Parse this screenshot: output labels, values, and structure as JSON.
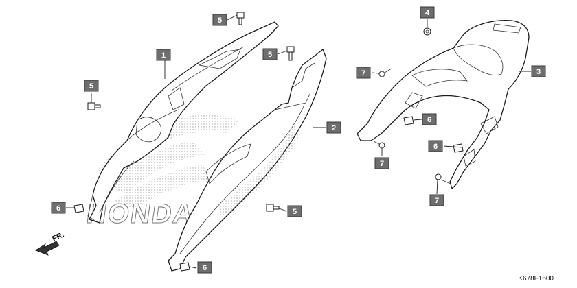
{
  "diagram": {
    "reference_code": "K678F1600",
    "direction_label": "FR.",
    "brand_lettering": "HONDA",
    "callouts": [
      {
        "id": "c1",
        "number": "1"
      },
      {
        "id": "c2",
        "number": "2"
      },
      {
        "id": "c3",
        "number": "3"
      },
      {
        "id": "c4",
        "number": "4"
      },
      {
        "id": "c5a",
        "number": "5"
      },
      {
        "id": "c5b",
        "number": "5"
      },
      {
        "id": "c5c",
        "number": "5"
      },
      {
        "id": "c5d",
        "number": "5"
      },
      {
        "id": "c6a",
        "number": "6"
      },
      {
        "id": "c6b",
        "number": "6"
      },
      {
        "id": "c6c",
        "number": "6"
      },
      {
        "id": "c6d",
        "number": "6"
      },
      {
        "id": "c7a",
        "number": "7"
      },
      {
        "id": "c7b",
        "number": "7"
      },
      {
        "id": "c7c",
        "number": "7"
      }
    ]
  }
}
